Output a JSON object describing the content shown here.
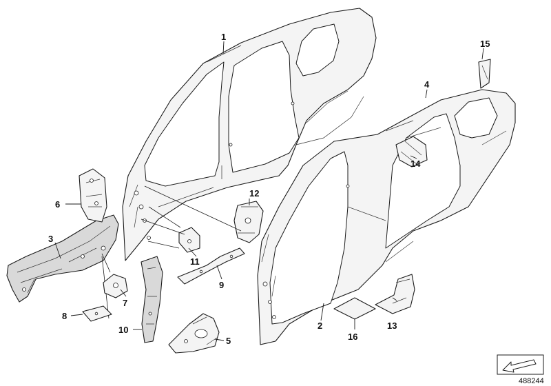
{
  "callouts": [
    {
      "id": "c1",
      "label": "1"
    },
    {
      "id": "c2",
      "label": "2"
    },
    {
      "id": "c3",
      "label": "3"
    },
    {
      "id": "c4",
      "label": "4"
    },
    {
      "id": "c5",
      "label": "5"
    },
    {
      "id": "c6",
      "label": "6"
    },
    {
      "id": "c7",
      "label": "7"
    },
    {
      "id": "c8",
      "label": "8"
    },
    {
      "id": "c9",
      "label": "9"
    },
    {
      "id": "c10",
      "label": "10"
    },
    {
      "id": "c11",
      "label": "11"
    },
    {
      "id": "c12",
      "label": "12"
    },
    {
      "id": "c13",
      "label": "13"
    },
    {
      "id": "c14",
      "label": "14"
    },
    {
      "id": "c15",
      "label": "15"
    },
    {
      "id": "c16",
      "label": "16"
    }
  ],
  "document_number": "488244",
  "icon": "direction-arrow-icon",
  "colors": {
    "line": "#1a1a1a",
    "fill": "#f4f4f4",
    "shade": "#d9d9d9"
  }
}
